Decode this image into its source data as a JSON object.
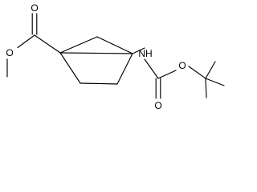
{
  "structure": {
    "atom_labels": {
      "ester_carbonyl_oxygen": "O",
      "ester_ether_oxygen": "O",
      "amine_nitrogen_hydrogen": "NH",
      "carbamate_carbonyl_oxygen": "O",
      "carbamate_ether_oxygen": "O"
    },
    "bond_color": "#000000",
    "background": "#ffffff"
  }
}
